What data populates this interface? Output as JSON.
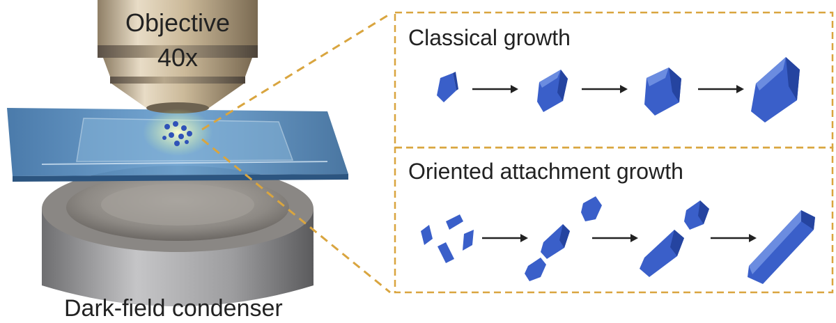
{
  "objective": {
    "title": "Objective",
    "magnification": "40x"
  },
  "condenser": {
    "label": "Dark-field condenser"
  },
  "panels": {
    "classical": {
      "title": "Classical growth"
    },
    "oriented": {
      "title": "Oriented attachment growth"
    }
  },
  "colors": {
    "crystal": "#3a5fc9",
    "crystal_dark": "#2544a0",
    "dashed_line": "#d9a53f",
    "arrow": "#222222",
    "slide": "#4f86b8",
    "objective_body": "#c9b79a",
    "condenser_body": "#9a9a9c"
  },
  "icons": [
    "arrow-right-icon",
    "crystal-icon"
  ]
}
